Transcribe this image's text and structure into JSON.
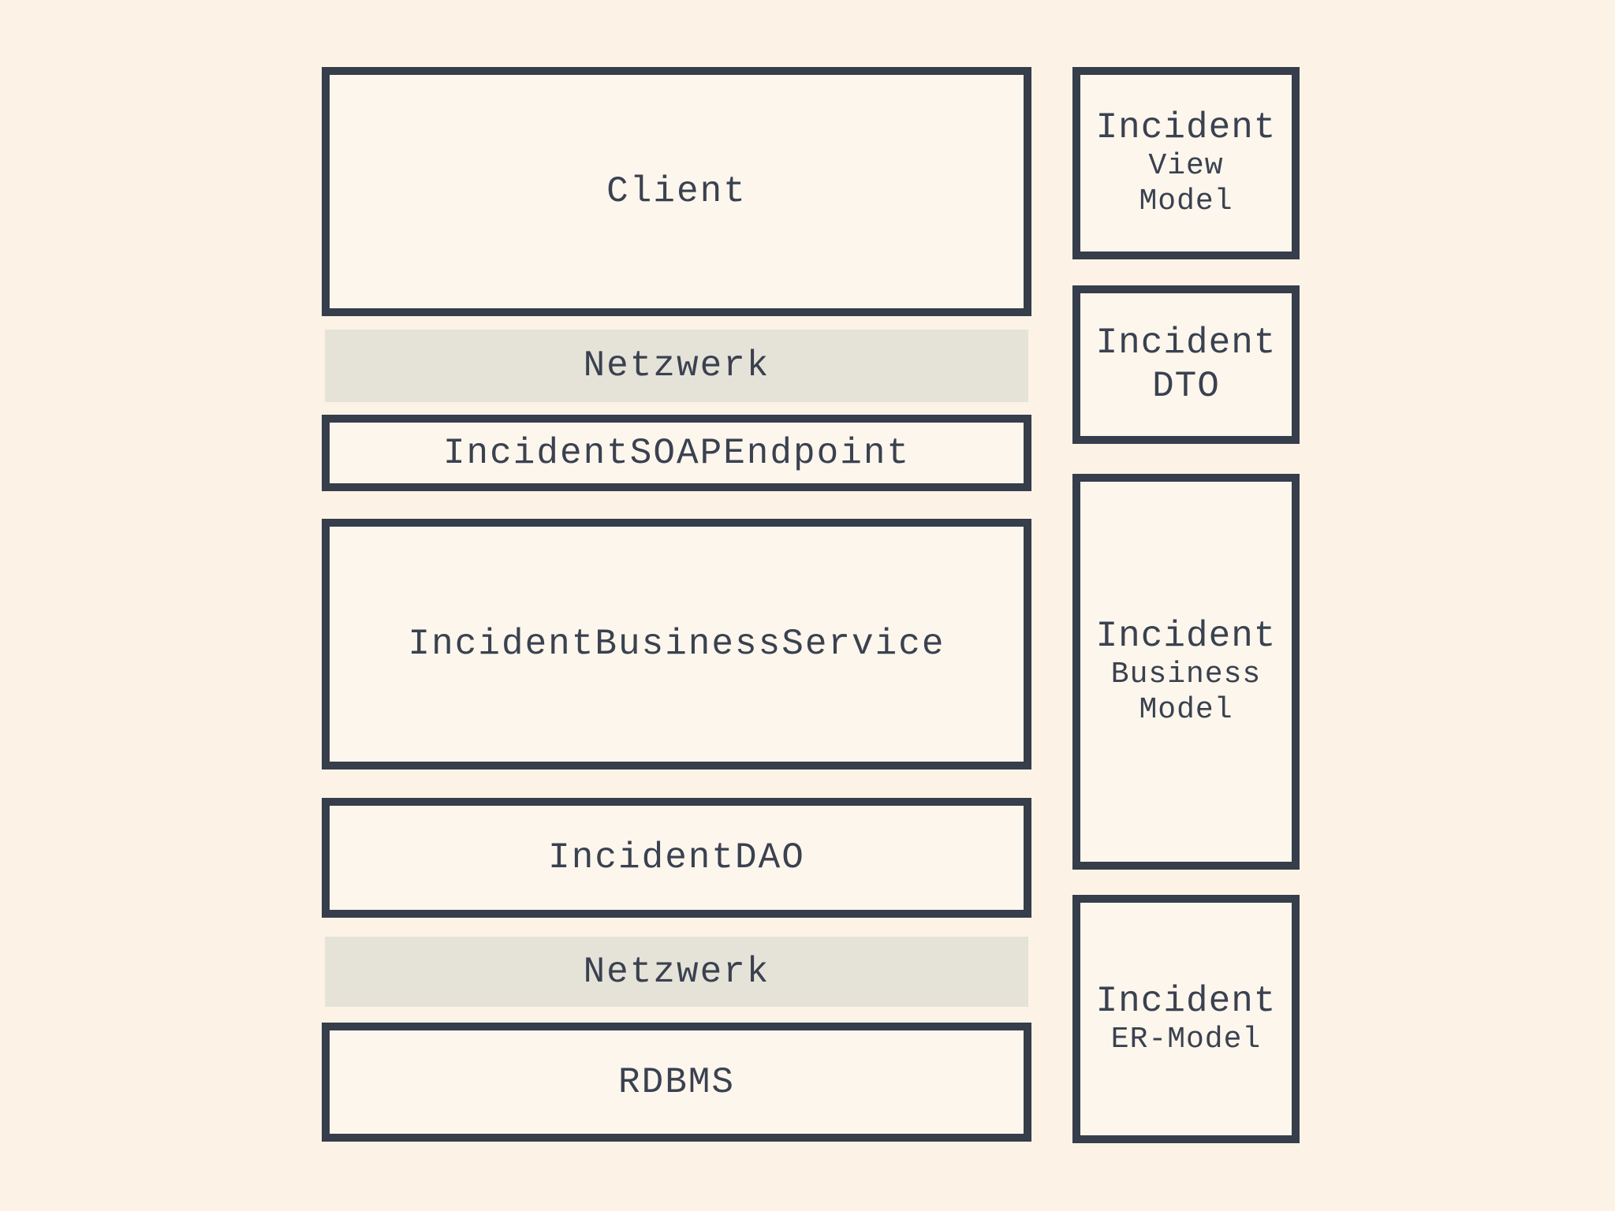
{
  "colors": {
    "page_background": "#FCF3E6",
    "box_fill": "#FDF6EC",
    "box_border": "#363D4B",
    "text": "#3A4150",
    "network_bar_fill": "#E5E2D8"
  },
  "stack": {
    "client": "Client",
    "network_top": "Netzwerk",
    "soap_endpoint": "IncidentSOAPEndpoint",
    "business_service": "IncidentBusinessService",
    "dao": "IncidentDAO",
    "network_bottom": "Netzwerk",
    "rdbms": "RDBMS"
  },
  "models": {
    "view_model": {
      "title": "Incident",
      "line2": "View",
      "line3": "Model"
    },
    "dto": {
      "title": "Incident",
      "line2": "DTO"
    },
    "business_model": {
      "title": "Incident",
      "line2": "Business",
      "line3": "Model"
    },
    "er_model": {
      "title": "Incident",
      "line2": "ER-Model"
    }
  }
}
